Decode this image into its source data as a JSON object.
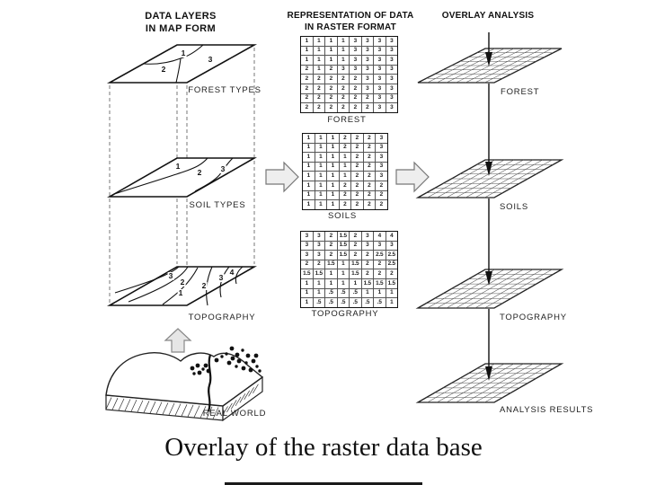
{
  "map_form": {
    "title_line1": "DATA LAYERS",
    "title_line2": "IN MAP FORM",
    "forest": {
      "label": "FOREST TYPES",
      "regions": [
        "1",
        "2",
        "3"
      ]
    },
    "soil": {
      "label": "SOIL TYPES",
      "regions": [
        "1",
        "2",
        "3"
      ]
    },
    "topography": {
      "label": "TOPOGRAPHY",
      "contours": [
        "3",
        "2",
        "1",
        "2",
        "3",
        "4"
      ]
    },
    "real_world": {
      "label": "REAL WORLD"
    }
  },
  "raster": {
    "title_line1": "REPRESENTATION OF DATA",
    "title_line2": "IN RASTER FORMAT",
    "grids": [
      {
        "name": "FOREST",
        "rows": [
          [
            "1",
            "1",
            "1",
            "1",
            "3",
            "3",
            "3",
            "3"
          ],
          [
            "1",
            "1",
            "1",
            "1",
            "3",
            "3",
            "3",
            "3"
          ],
          [
            "1",
            "1",
            "1",
            "1",
            "3",
            "3",
            "3",
            "3"
          ],
          [
            "2",
            "1",
            "2",
            "3",
            "3",
            "3",
            "3",
            "3"
          ],
          [
            "2",
            "2",
            "2",
            "2",
            "2",
            "3",
            "3",
            "3"
          ],
          [
            "2",
            "2",
            "2",
            "2",
            "2",
            "3",
            "3",
            "3"
          ],
          [
            "2",
            "2",
            "2",
            "2",
            "2",
            "2",
            "3",
            "3"
          ],
          [
            "2",
            "2",
            "2",
            "2",
            "2",
            "2",
            "3",
            "3"
          ]
        ]
      },
      {
        "name": "SOILS",
        "rows": [
          [
            "1",
            "1",
            "1",
            "2",
            "2",
            "2",
            "3"
          ],
          [
            "1",
            "1",
            "1",
            "2",
            "2",
            "2",
            "3"
          ],
          [
            "1",
            "1",
            "1",
            "1",
            "2",
            "2",
            "3"
          ],
          [
            "1",
            "1",
            "1",
            "1",
            "2",
            "2",
            "3"
          ],
          [
            "1",
            "1",
            "1",
            "1",
            "2",
            "2",
            "3"
          ],
          [
            "1",
            "1",
            "1",
            "2",
            "2",
            "2",
            "2"
          ],
          [
            "1",
            "1",
            "1",
            "2",
            "2",
            "2",
            "2"
          ],
          [
            "1",
            "1",
            "1",
            "2",
            "2",
            "2",
            "2"
          ]
        ]
      },
      {
        "name": "TOPOGRAPHY",
        "rows": [
          [
            "3",
            "3",
            "2",
            "1.5",
            "2",
            "3",
            "4",
            "4"
          ],
          [
            "3",
            "3",
            "2",
            "1.5",
            "2",
            "3",
            "3",
            "3"
          ],
          [
            "3",
            "3",
            "2",
            "1.5",
            "2",
            "2",
            "2.5",
            "2.5"
          ],
          [
            "2",
            "2",
            "1.5",
            "1",
            "1.5",
            "2",
            "2",
            "2.5"
          ],
          [
            "1.5",
            "1.5",
            "1",
            "1",
            "1.5",
            "2",
            "2",
            "2"
          ],
          [
            "1",
            "1",
            "1",
            "1",
            "1",
            "1.5",
            "1.5",
            "1.5"
          ],
          [
            "1",
            "1",
            ".5",
            ".5",
            ".5",
            "1",
            "1",
            "1"
          ],
          [
            "1",
            ".5",
            ".5",
            ".5",
            ".5",
            ".5",
            ".5",
            "1"
          ]
        ]
      }
    ]
  },
  "overlay": {
    "title": "OVERLAY ANALYSIS",
    "planes": [
      "FOREST",
      "SOILS",
      "TOPOGRAPHY",
      "ANALYSIS RESULTS"
    ]
  },
  "caption": "Overlay of the raster data base"
}
